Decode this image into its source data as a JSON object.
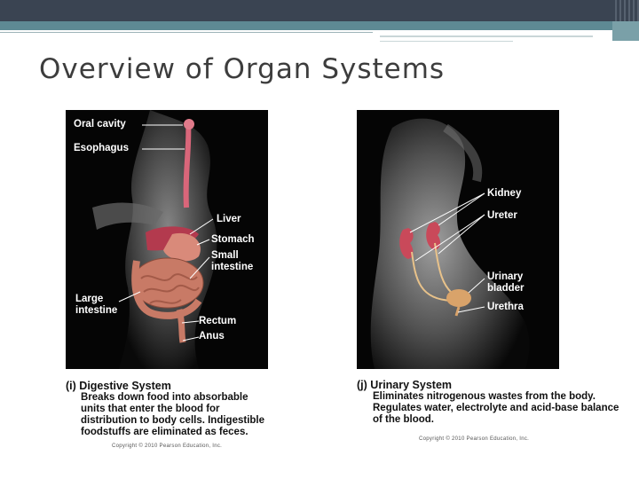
{
  "slide": {
    "title": "Overview of Organ Systems"
  },
  "digestive": {
    "labels": {
      "oral_cavity": "Oral cavity",
      "esophagus": "Esophagus",
      "liver": "Liver",
      "stomach": "Stomach",
      "small_intestine": "Small\nintestine",
      "large_intestine": "Large\nintestine",
      "rectum": "Rectum",
      "anus": "Anus"
    },
    "caption_letter": "(i)",
    "caption_title": "Digestive System",
    "caption_text": "Breaks down food into absorbable units that enter the blood for distribution to body cells. Indigestible foodstuffs are eliminated as feces.",
    "copyright": "Copyright © 2010 Pearson Education, Inc."
  },
  "urinary": {
    "labels": {
      "kidney": "Kidney",
      "ureter": "Ureter",
      "urinary_bladder": "Urinary\nbladder",
      "urethra": "Urethra"
    },
    "caption_letter": "(j)",
    "caption_title": "Urinary System",
    "caption_text": "Eliminates nitrogenous wastes from the body. Regulates water, electrolyte and acid-base balance of the blood.",
    "copyright": "Copyright © 2010 Pearson Education, Inc."
  },
  "colors": {
    "header_dark": "#3a4452",
    "header_teal": "#5e8a94",
    "organ_red": "#c9495a",
    "organ_peach": "#d99a7a"
  }
}
